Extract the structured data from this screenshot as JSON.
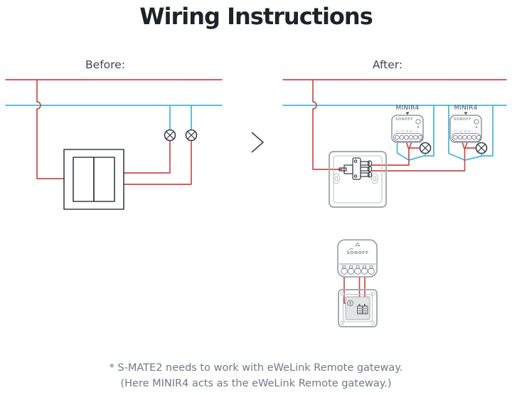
{
  "title": "Wiring Instructions",
  "sections": {
    "before_label": "Before:",
    "after_label": "After:"
  },
  "devices": {
    "minir4_1": {
      "label": "MINIR4",
      "logo": "SONOFF",
      "terminals": "S1 S2 N N L L"
    },
    "minir4_2": {
      "label": "MINIR4",
      "logo": "SONOFF",
      "terminals": "S1 S2 N N L L"
    },
    "smate2": {
      "logo": "SONOFF"
    }
  },
  "footnote": {
    "line1": "* S-MATE2 needs to work with eWeLink Remote gateway.",
    "line2": "(Here MINIR4 acts as the eWeLink Remote gateway.)"
  },
  "colors": {
    "wire_live": "#c94b4b",
    "wire_neutral": "#45b6d8",
    "outline_dark": "#3a3f45",
    "outline_gray": "#a6abb1",
    "text_dark": "#1d2329",
    "text_gray": "#6f7a85"
  }
}
